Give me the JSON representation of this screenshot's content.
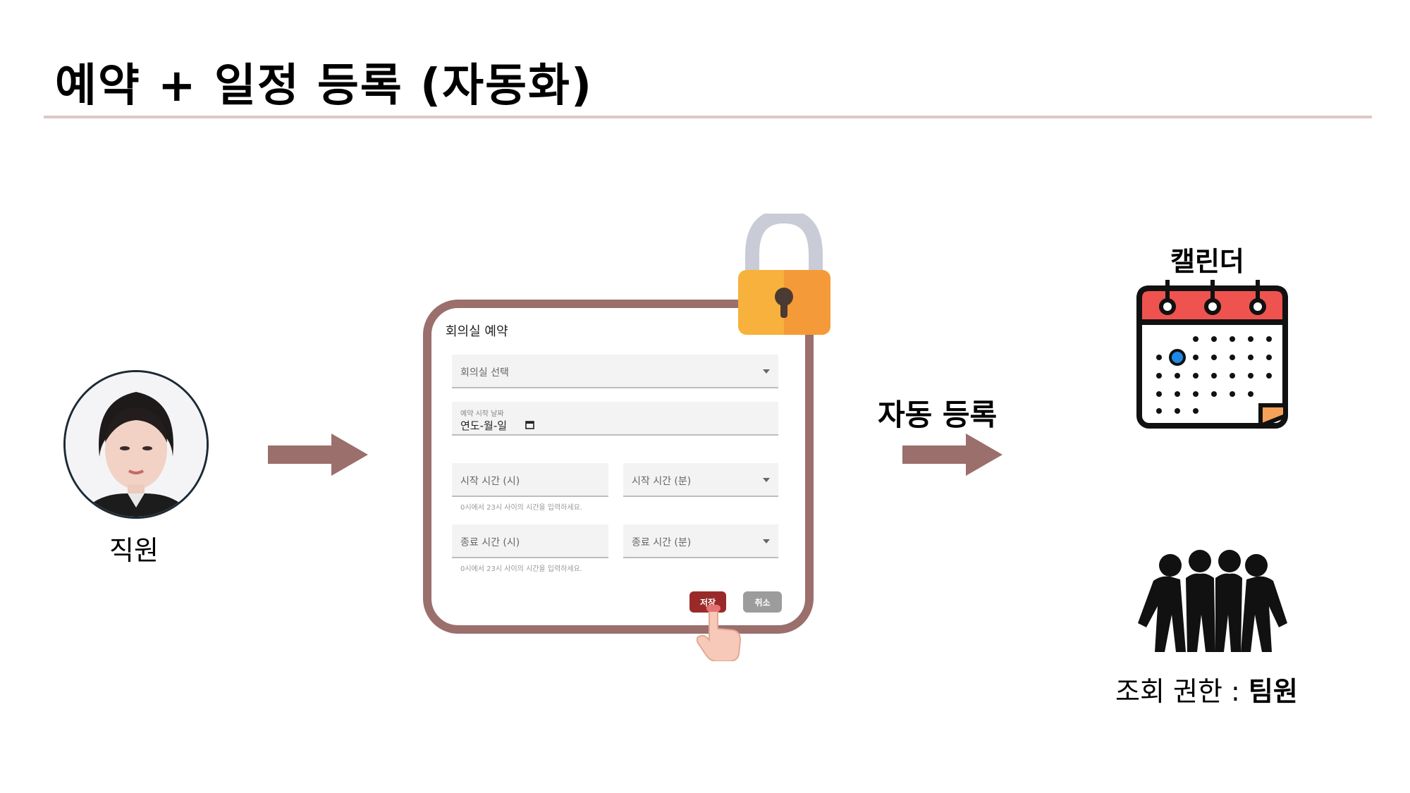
{
  "title": "예약 + 일정 등록 (자동화)",
  "employee": {
    "label": "직원"
  },
  "form": {
    "title": "회의실 예약",
    "room_select": "회의실 선택",
    "date_label": "예약 시작 날짜",
    "date_value": "연도-월-일",
    "start_hour": "시작 시간 (시)",
    "start_minute": "시작 시간 (분)",
    "start_helper": "0시에서 23시 사이의 시간을 입력하세요.",
    "end_hour": "종료 시간 (시)",
    "end_minute": "종료 시간 (분)",
    "end_helper": "0시에서 23시 사이의 시간을 입력하세요.",
    "save": "저장",
    "cancel": "취소"
  },
  "auto_register": "자동 등록",
  "calendar": {
    "label": "캘린더"
  },
  "permission": {
    "prefix": "조회 권한 : ",
    "target": "팀원"
  },
  "colors": {
    "arrow": "#9b6f6c",
    "frame": "#9b6f6c",
    "save_button": "#9a2a2a",
    "calendar_header": "#ef5350",
    "lock_body": "#f7a83a"
  },
  "icons": [
    "lock-icon",
    "pointing-hand-icon",
    "calendar-icon",
    "team-icon",
    "date-picker-icon"
  ]
}
